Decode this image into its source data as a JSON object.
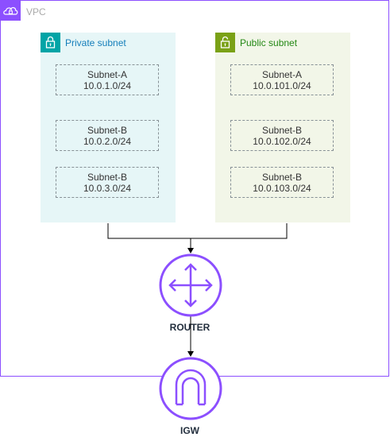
{
  "vpc": {
    "label": "VPC",
    "color": "#8c4fff",
    "icon": "cloud-lock-icon"
  },
  "private_subnet": {
    "label": "Private subnet",
    "color": "#00a4a6",
    "icon": "lock-icon",
    "subnets": [
      {
        "name": "Subnet-A",
        "cidr": "10.0.1.0/24"
      },
      {
        "name": "Subnet-B",
        "cidr": "10.0.2.0/24"
      },
      {
        "name": "Subnet-B",
        "cidr": "10.0.3.0/24"
      }
    ]
  },
  "public_subnet": {
    "label": "Public subnet",
    "color": "#7aa116",
    "icon": "lock-icon",
    "subnets": [
      {
        "name": "Subnet-A",
        "cidr": "10.0.101.0/24"
      },
      {
        "name": "Subnet-B",
        "cidr": "10.0.102.0/24"
      },
      {
        "name": "Subnet-B",
        "cidr": "10.0.103.0/24"
      }
    ]
  },
  "router": {
    "label": "ROUTER",
    "icon": "router-icon",
    "color": "#8c4fff"
  },
  "igw": {
    "label": "IGW",
    "icon": "internet-gateway-icon",
    "color": "#8c4fff"
  }
}
